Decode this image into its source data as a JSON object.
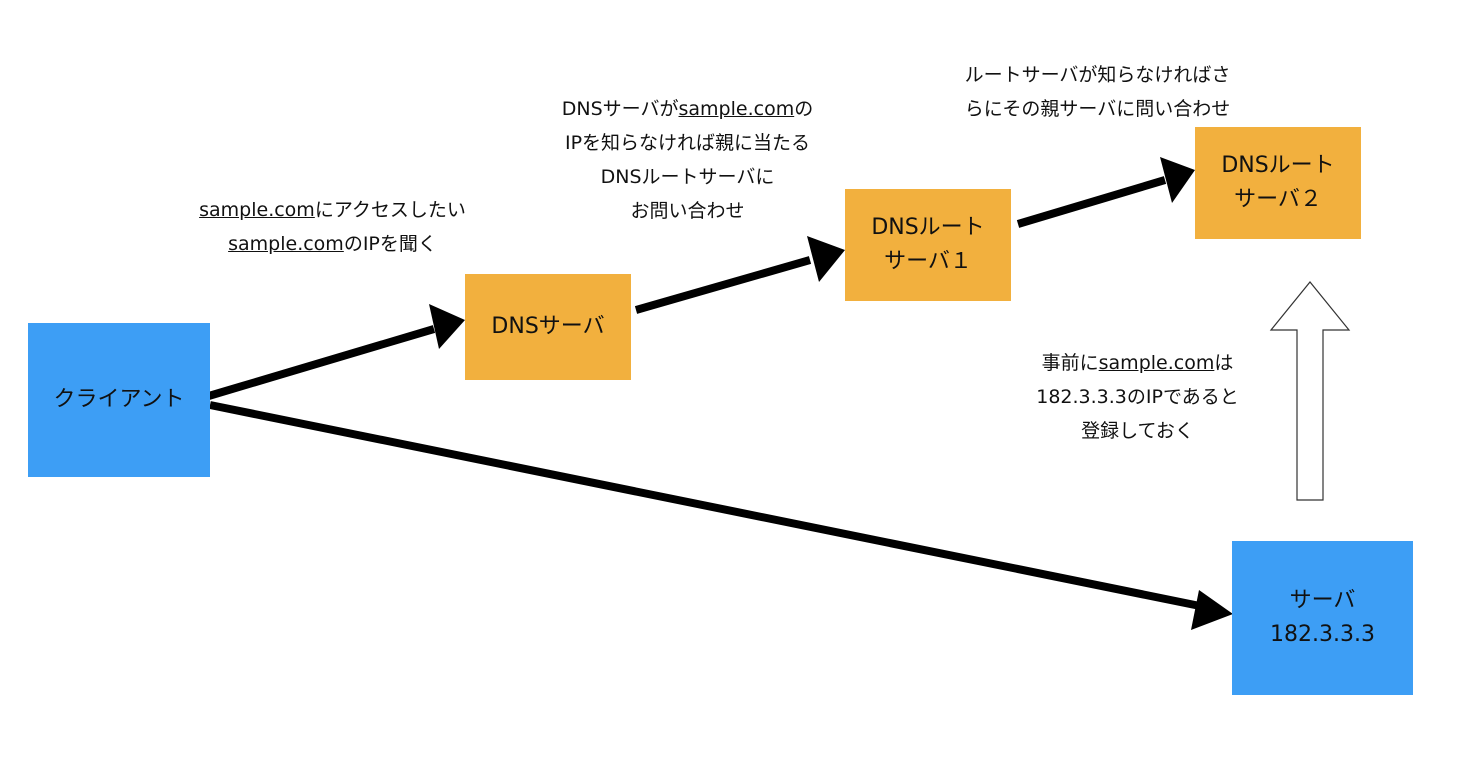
{
  "nodes": {
    "client": "クライアント",
    "dns_server": "DNSサーバ",
    "root1_line1": "DNSルート",
    "root1_line2": "サーバ１",
    "root2_line1": "DNSルート",
    "root2_line2": "サーバ２",
    "server_line1": "サーバ",
    "server_line2": "182.3.3.3"
  },
  "notes": {
    "client_note": {
      "line1_link": "sample.com",
      "line1_rest": "にアクセスしたい",
      "line2_link": "sample.com",
      "line2_rest": "のIPを聞く"
    },
    "dns_note": {
      "line1_pre": "DNSサーバが",
      "line1_link": "sample.com",
      "line1_post": "の",
      "line2": "IPを知らなければ親に当たる",
      "line3": "DNSルートサーバに",
      "line4": "お問い合わせ"
    },
    "root_note": {
      "line1": "ルートサーバが知らなければさ",
      "line2": "らにその親サーバに問い合わせ"
    },
    "register_note": {
      "line1_pre": "事前に",
      "line1_link": "sample.com",
      "line1_post": "は",
      "line2": "182.3.3.3のIPであると",
      "line3": "登録しておく"
    }
  }
}
